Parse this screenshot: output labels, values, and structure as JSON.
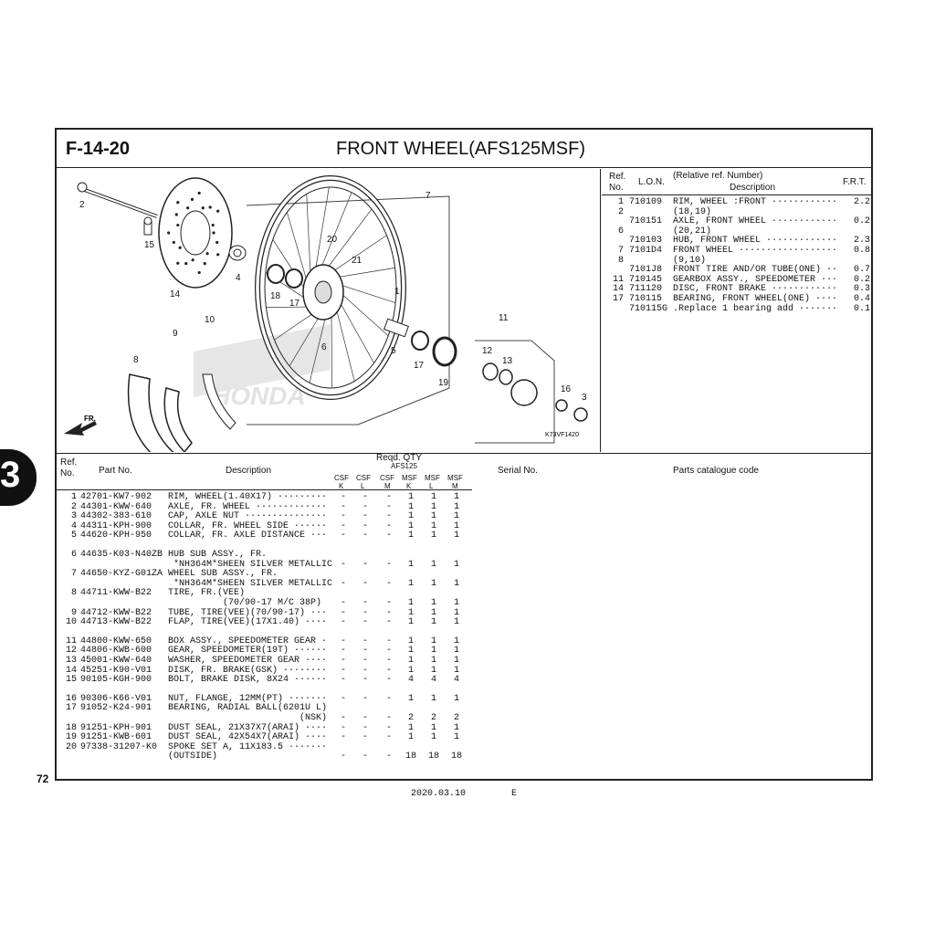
{
  "page": {
    "number": "72",
    "section_tab": "3",
    "date": "2020.03.10",
    "lang": "E"
  },
  "header": {
    "code": "F-14-20",
    "title": "FRONT  WHEEL(AFS125MSF)"
  },
  "diagram": {
    "callouts": [
      "1",
      "2",
      "3",
      "4",
      "5",
      "6",
      "7",
      "8",
      "9",
      "10",
      "11",
      "12",
      "13",
      "14",
      "15",
      "16",
      "17",
      "18",
      "19",
      "20",
      "21",
      "17"
    ],
    "fr_label": "FR.",
    "brand": "HONDA",
    "figure_code": "K73VF1420"
  },
  "ref_table": {
    "headers": {
      "ref": "Ref.",
      "no": "No.",
      "lon": "L.O.N.",
      "relative": "(Relative ref. Number)",
      "description": "Description",
      "frt": "F.R.T."
    },
    "rows": [
      {
        "ref": "1",
        "lon": "710109",
        "desc": "RIM, WHEEL :FRONT ············",
        "frt": "2.2"
      },
      {
        "ref": "2",
        "lon": "",
        "desc": "(18,19)",
        "frt": ""
      },
      {
        "ref": "",
        "lon": "710151",
        "desc": "AXLE, FRONT WHEEL ············",
        "frt": "0.2"
      },
      {
        "ref": "6",
        "lon": "",
        "desc": "(20,21)",
        "frt": ""
      },
      {
        "ref": "",
        "lon": "710103",
        "desc": "HUB, FRONT WHEEL ·············",
        "frt": "2.3"
      },
      {
        "ref": "7",
        "lon": "7101D4",
        "desc": "FRONT WHEEL ··················",
        "frt": "0.8"
      },
      {
        "ref": "8",
        "lon": "",
        "desc": "(9,10)",
        "frt": ""
      },
      {
        "ref": "",
        "lon": "7101J8",
        "desc": "FRONT TIRE AND/OR TUBE(ONE) ··",
        "frt": "0.7"
      },
      {
        "ref": "11",
        "lon": "710145",
        "desc": "GEARBOX ASSY., SPEEDOMETER ···",
        "frt": "0.2"
      },
      {
        "ref": "14",
        "lon": "711120",
        "desc": "DISC, FRONT BRAKE ············",
        "frt": "0.3"
      },
      {
        "ref": "17",
        "lon": "710115",
        "desc": "BEARING, FRONT WHEEL(ONE) ····",
        "frt": "0.4"
      },
      {
        "ref": "",
        "lon": "710115G",
        "desc": ".Replace 1 bearing add ·······",
        "frt": "0.1"
      }
    ]
  },
  "parts_table": {
    "headers": {
      "ref": "Ref.",
      "no": "No.",
      "part_no": "Part No.",
      "description": "Description",
      "reqd": "Reqd. QTY",
      "afs": "AFS125",
      "serial": "Serial No.",
      "catalogue": "Parts catalogue code"
    },
    "qty_cols": [
      {
        "top": "CSF",
        "bot": "K"
      },
      {
        "top": "CSF",
        "bot": "L"
      },
      {
        "top": "CSF",
        "bot": "M"
      },
      {
        "top": "MSF",
        "bot": "K"
      },
      {
        "top": "MSF",
        "bot": "L"
      },
      {
        "top": "MSF",
        "bot": "M"
      }
    ],
    "rows": [
      {
        "ref": "1",
        "part": "42701-KW7-902",
        "desc": "RIM, WHEEL(1.40X17) ·········",
        "q": [
          "-",
          "-",
          "-",
          "1",
          "1",
          "1"
        ]
      },
      {
        "ref": "2",
        "part": "44301-KWW-640",
        "desc": "AXLE, FR. WHEEL ·············",
        "q": [
          "-",
          "-",
          "-",
          "1",
          "1",
          "1"
        ]
      },
      {
        "ref": "3",
        "part": "44302-383-610",
        "desc": "CAP, AXLE NUT ···············",
        "q": [
          "-",
          "-",
          "-",
          "1",
          "1",
          "1"
        ]
      },
      {
        "ref": "4",
        "part": "44311-KPH-900",
        "desc": "COLLAR, FR. WHEEL SIDE ······",
        "q": [
          "-",
          "-",
          "-",
          "1",
          "1",
          "1"
        ]
      },
      {
        "ref": "5",
        "part": "44620-KPH-950",
        "desc": "COLLAR, FR. AXLE DISTANCE ···",
        "q": [
          "-",
          "-",
          "-",
          "1",
          "1",
          "1"
        ]
      },
      {
        "ref": "6",
        "part": "44635-K03-N40ZB",
        "desc": "HUB SUB ASSY., FR.",
        "q": [
          "",
          "",
          "",
          "",
          "",
          ""
        ]
      },
      {
        "ref": "",
        "part": "",
        "desc": " *NH364M*SHEEN SILVER METALLIC",
        "q": [
          "-",
          "-",
          "-",
          "1",
          "1",
          "1"
        ]
      },
      {
        "ref": "7",
        "part": "44650-KYZ-G01ZA",
        "desc": "WHEEL SUB ASSY., FR.",
        "q": [
          "",
          "",
          "",
          "",
          "",
          ""
        ]
      },
      {
        "ref": "",
        "part": "",
        "desc": " *NH364M*SHEEN SILVER METALLIC",
        "q": [
          "-",
          "-",
          "-",
          "1",
          "1",
          "1"
        ]
      },
      {
        "ref": "8",
        "part": "44711-KWW-B22",
        "desc": "TIRE, FR.(VEE)",
        "q": [
          "",
          "",
          "",
          "",
          "",
          ""
        ]
      },
      {
        "ref": "",
        "part": "",
        "desc": "          (70/90-17 M/C 38P)",
        "q": [
          "-",
          "-",
          "-",
          "1",
          "1",
          "1"
        ]
      },
      {
        "ref": "9",
        "part": "44712-KWW-B22",
        "desc": "TUBE, TIRE(VEE)(70/90-17) ···",
        "q": [
          "-",
          "-",
          "-",
          "1",
          "1",
          "1"
        ]
      },
      {
        "ref": "10",
        "part": "44713-KWW-B22",
        "desc": "FLAP, TIRE(VEE)(17X1.40) ····",
        "q": [
          "-",
          "-",
          "-",
          "1",
          "1",
          "1"
        ]
      },
      {
        "ref": "11",
        "part": "44800-KWW-650",
        "desc": "BOX ASSY., SPEEDOMETER GEAR ·",
        "q": [
          "-",
          "-",
          "-",
          "1",
          "1",
          "1"
        ]
      },
      {
        "ref": "12",
        "part": "44806-KWB-600",
        "desc": "GEAR, SPEEDOMETER(19T) ······",
        "q": [
          "-",
          "-",
          "-",
          "1",
          "1",
          "1"
        ]
      },
      {
        "ref": "13",
        "part": "45001-KWW-640",
        "desc": "WASHER, SPEEDOMETER GEAR ····",
        "q": [
          "-",
          "-",
          "-",
          "1",
          "1",
          "1"
        ]
      },
      {
        "ref": "14",
        "part": "45251-K90-V01",
        "desc": "DISK, FR. BRAKE(GSK) ········",
        "q": [
          "-",
          "-",
          "-",
          "1",
          "1",
          "1"
        ]
      },
      {
        "ref": "15",
        "part": "90105-KGH-900",
        "desc": "BOLT, BRAKE DISK, 8X24 ······",
        "q": [
          "-",
          "-",
          "-",
          "4",
          "4",
          "4"
        ]
      },
      {
        "ref": "16",
        "part": "90306-K66-V01",
        "desc": "NUT, FLANGE, 12MM(PT) ·······",
        "q": [
          "-",
          "-",
          "-",
          "1",
          "1",
          "1"
        ]
      },
      {
        "ref": "17",
        "part": "91052-K24-901",
        "desc": "BEARING, RADIAL BALL(6201U L)",
        "q": [
          "",
          "",
          "",
          "",
          "",
          ""
        ]
      },
      {
        "ref": "",
        "part": "",
        "desc": "                        (NSK)",
        "q": [
          "-",
          "-",
          "-",
          "2",
          "2",
          "2"
        ]
      },
      {
        "ref": "18",
        "part": "91251-KPH-901",
        "desc": "DUST SEAL, 21X37X7(ARAI) ····",
        "q": [
          "-",
          "-",
          "-",
          "1",
          "1",
          "1"
        ]
      },
      {
        "ref": "19",
        "part": "91251-KWB-601",
        "desc": "DUST SEAL, 42X54X7(ARAI) ····",
        "q": [
          "-",
          "-",
          "-",
          "1",
          "1",
          "1"
        ]
      },
      {
        "ref": "20",
        "part": "97338-31207-K0",
        "desc": "SPOKE SET A, 11X183.5 ·······",
        "q": [
          "",
          "",
          "",
          "",
          "",
          ""
        ]
      },
      {
        "ref": "",
        "part": "",
        "desc": "(OUTSIDE)",
        "q": [
          "-",
          "-",
          "-",
          "18",
          "18",
          "18"
        ]
      }
    ]
  }
}
